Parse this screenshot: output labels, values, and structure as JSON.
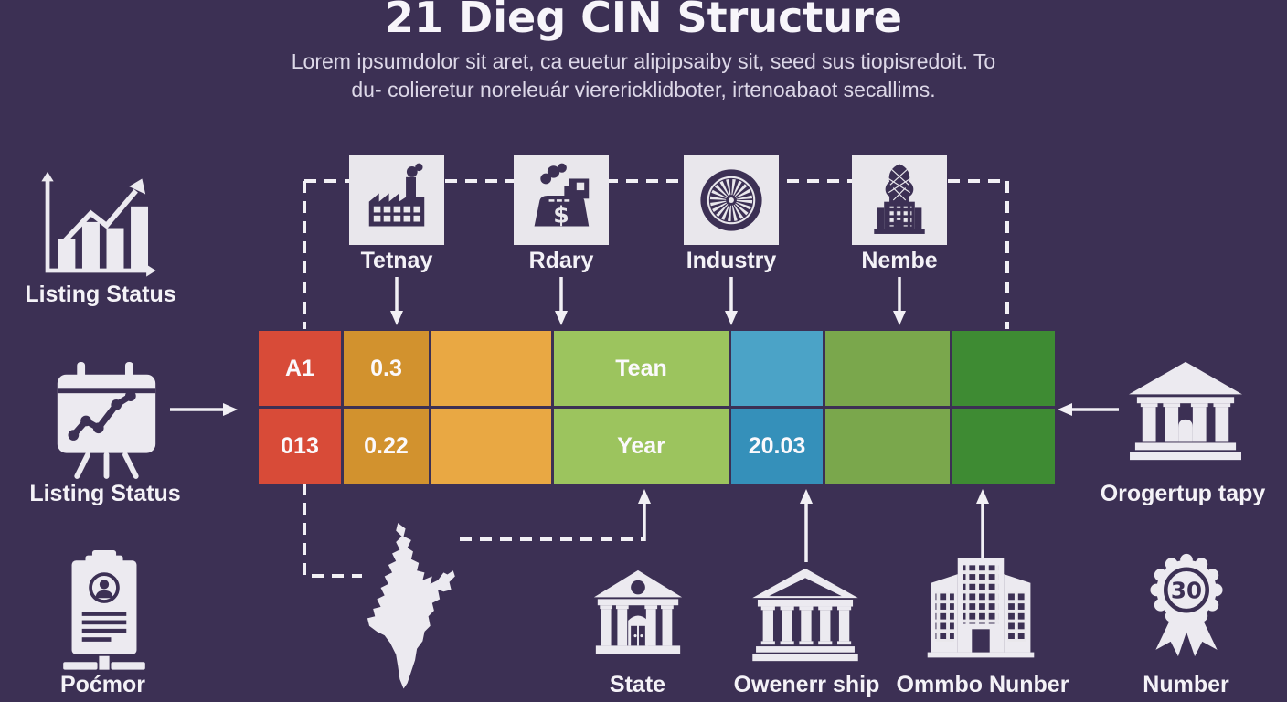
{
  "header": {
    "title": "21 Dieg CIN Structure",
    "subtitle_line1": "Lorem ipsumdolor sit aret, ca euetur alipipsaiby sit, seed sus tiopisredoit. To",
    "subtitle_line2": "du- colieretur noreleuár vierericklidboter, irtenoabaot secallims."
  },
  "left_panel": {
    "listing_top": {
      "label": "Listing Status",
      "icon": "bar-chart-icon"
    },
    "listing_mid": {
      "label": "Listing Status",
      "icon": "calendar-chart-icon"
    },
    "document": {
      "label": "Poćmor",
      "icon": "clipboard-person-icon"
    }
  },
  "top_row": {
    "items": [
      {
        "label": "Tetnay",
        "icon": "factory-icon"
      },
      {
        "label": "Rdary",
        "icon": "money-building-icon",
        "dollar": "$"
      },
      {
        "label": "Industry",
        "icon": "chakra-wheel-icon"
      },
      {
        "label": "Nembe",
        "icon": "ornate-tower-icon"
      }
    ]
  },
  "grid": {
    "rows": [
      [
        {
          "text": "A1",
          "color": "#d84b38"
        },
        {
          "text": "0.3",
          "color": "#d2922e"
        },
        {
          "text": "",
          "color": "#e9a843"
        },
        {
          "text": "Tean",
          "color": "#9cc45e"
        },
        {
          "text": "",
          "color": "#4ba3c7"
        },
        {
          "text": "",
          "color": "#7aa74c"
        },
        {
          "text": "",
          "color": "#3e8b33"
        }
      ],
      [
        {
          "text": "013",
          "color": "#d84b38"
        },
        {
          "text": "0.22",
          "color": "#d2922e"
        },
        {
          "text": "",
          "color": "#e9a843"
        },
        {
          "text": "Year",
          "color": "#9cc45e"
        },
        {
          "text": "20.03",
          "color": "#3590ba"
        },
        {
          "text": "",
          "color": "#7aa74c"
        },
        {
          "text": "",
          "color": "#3e8b33"
        }
      ]
    ]
  },
  "right_panel": {
    "registrar": {
      "label": "Orogertup tapy",
      "icon": "bank-icon"
    },
    "badge": {
      "label": "Number",
      "value": "30",
      "icon": "ribbon-badge-icon"
    }
  },
  "bottom_row": {
    "map": {
      "icon": "india-map-icon"
    },
    "state": {
      "label": "State",
      "icon": "state-building-icon"
    },
    "ownership": {
      "label": "Owenerr ship",
      "icon": "temple-icon"
    },
    "company": {
      "label": "Ommbo Nunber",
      "icon": "office-building-icon"
    }
  },
  "colors": {
    "background": "#3c3054",
    "tile": "#e9e7ec",
    "text": "#f4f2f7",
    "line": "#f2f0f5"
  }
}
